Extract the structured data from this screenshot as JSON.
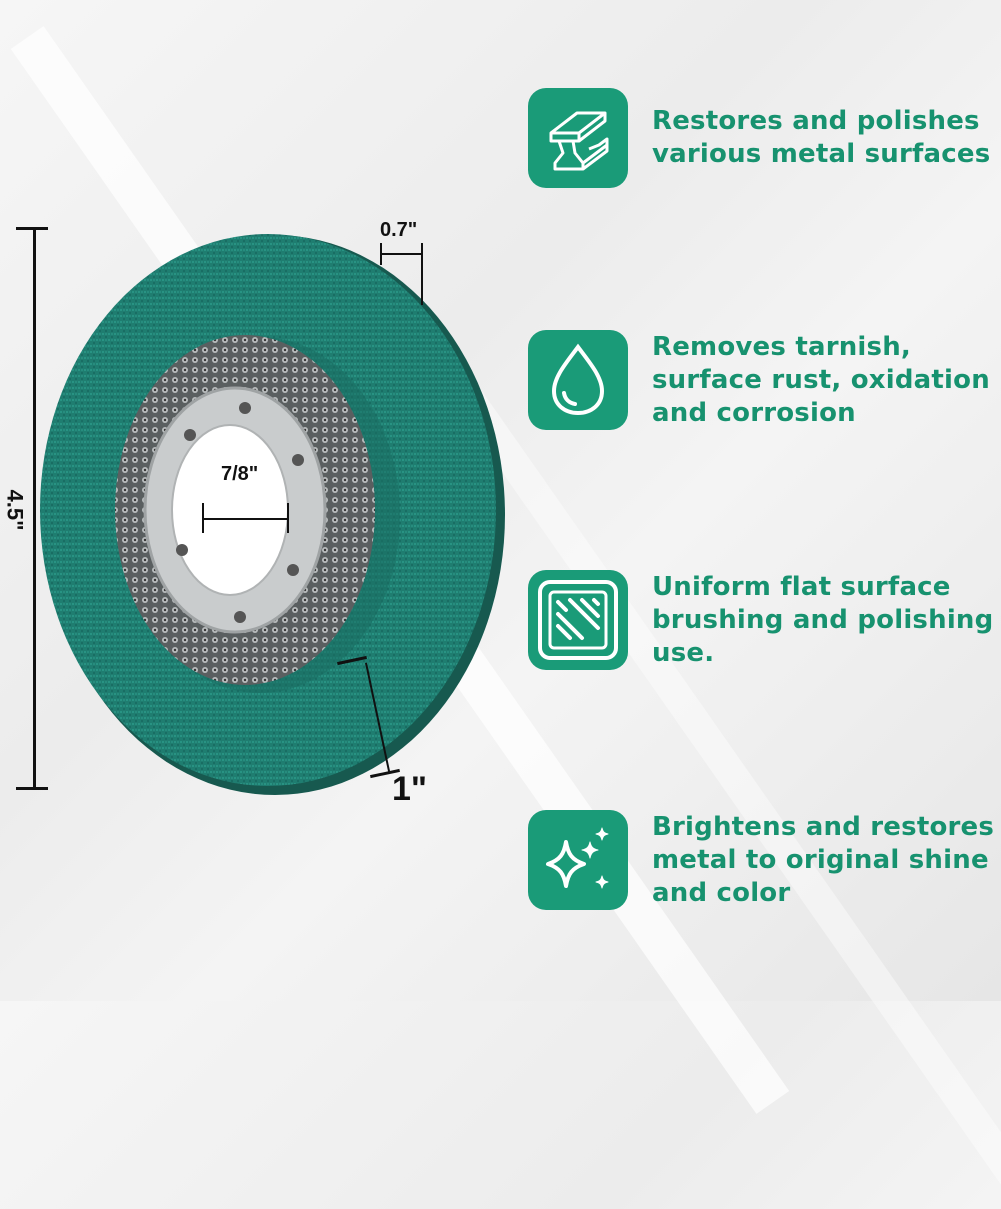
{
  "product": {
    "name": "green nylon flap disc",
    "colors": {
      "disc": "#1e7f72",
      "accent": "#1a9b78",
      "text": "#17926f"
    }
  },
  "dimensions": {
    "diameter": "4.5\"",
    "thickness": "0.7\"",
    "arbor": "7/8\"",
    "flap_width": "1\""
  },
  "features": [
    {
      "icon": "i-beam-icon",
      "text": "Restores and polishes\nvarious metal surfaces"
    },
    {
      "icon": "water-drop-icon",
      "text": "Removes tarnish,\nsurface rust, oxidation\nand corrosion"
    },
    {
      "icon": "brushed-surface-icon",
      "text": "Uniform flat surface\nbrushing and polishing\nuse."
    },
    {
      "icon": "sparkle-icon",
      "text": "Brightens and restores\nmetal to original shine\nand color"
    }
  ]
}
